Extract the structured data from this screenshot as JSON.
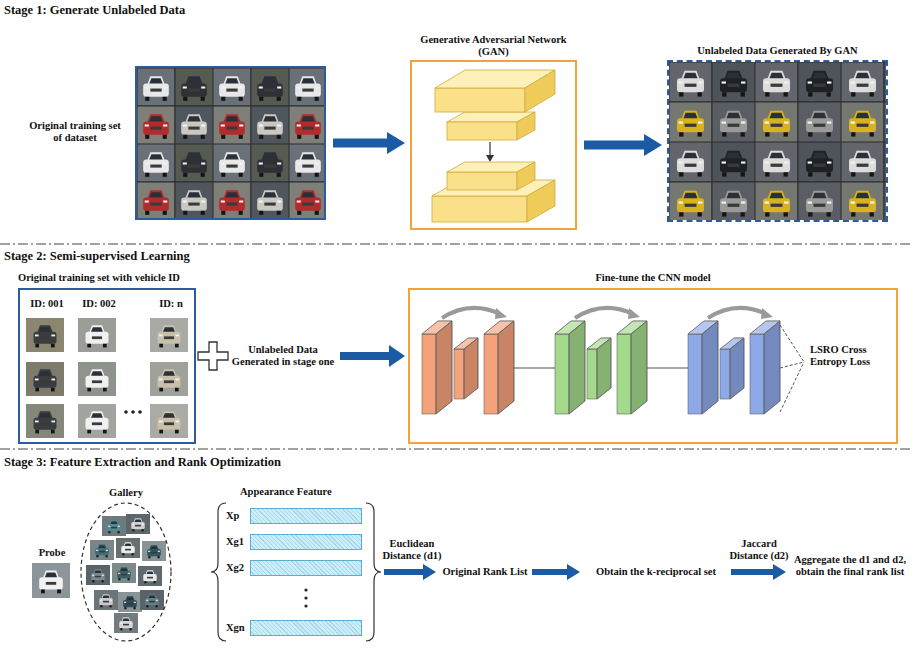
{
  "diagram": {
    "nodes": [
      {
        "text": [
          "Original training set of dataset"
        ]
      },
      {
        "text": [
          "Generative Adversarial Network (GAN)"
        ]
      },
      {
        "text": [
          "Unlabeled Data Generated By GAN"
        ]
      },
      {
        "text": [
          "Original training set with vehicle ID",
          "ID: 001",
          "ID: 002",
          "ID: n"
        ]
      },
      {
        "text": [
          "Fine-tune the CNN model",
          "LSRO Cross Entropy Loss"
        ]
      },
      {
        "text": [
          "Gallery"
        ]
      },
      {
        "text": [
          "Xp"
        ]
      },
      {
        "text": [
          "Xg1"
        ]
      },
      {
        "text": [
          "Xg2"
        ]
      },
      {
        "text": [
          "Xgn"
        ]
      }
    ],
    "edges": [
      {
        "from": 0,
        "to": 1,
        "arrow": "to"
      },
      {
        "from": 1,
        "to": 2,
        "arrow": "to"
      }
    ],
    "labels": [
      "Stage 1: Generate Unlabeled Data",
      "Stage 2: Semi-supervised Learning",
      "Unlabeled Data Generated in stage one",
      "Stage 3: Feature Extraction and Rank Optimization",
      "Probe",
      "Appearance Feature",
      "Euclidean Distance (d1)",
      "Original Rank List",
      "Obtain the k-reciprocal set",
      "Jaccard Distance (d2)",
      "Aggregate the d1 and d2, obtain the final rank list"
    ]
  }
}
